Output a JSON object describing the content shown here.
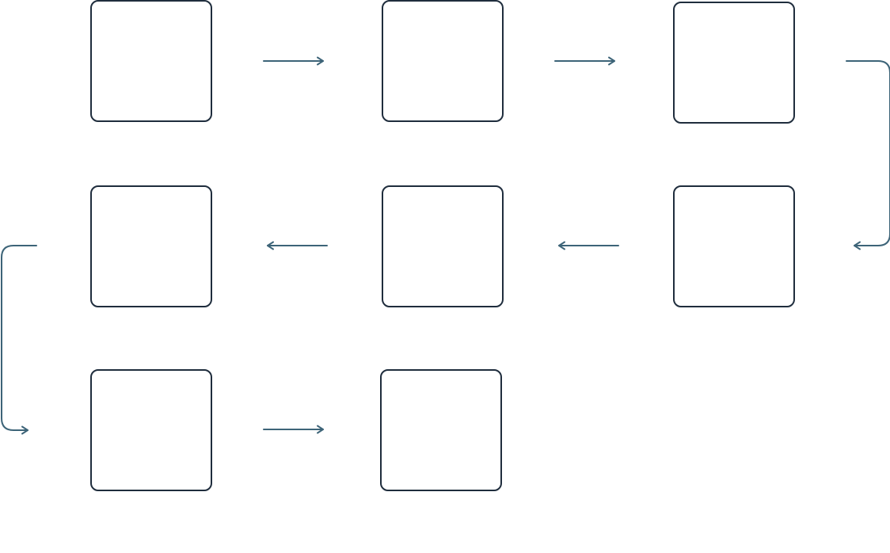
{
  "diagram": {
    "type": "serpentine-flow",
    "nodes": [
      {
        "id": "step-1",
        "label": ""
      },
      {
        "id": "step-2",
        "label": ""
      },
      {
        "id": "step-3",
        "label": ""
      },
      {
        "id": "step-4",
        "label": ""
      },
      {
        "id": "step-5",
        "label": ""
      },
      {
        "id": "step-6",
        "label": ""
      },
      {
        "id": "step-7",
        "label": ""
      },
      {
        "id": "step-8",
        "label": ""
      }
    ],
    "edges": [
      {
        "from": "step-1",
        "to": "step-2"
      },
      {
        "from": "step-2",
        "to": "step-3"
      },
      {
        "from": "step-3",
        "to": "step-4"
      },
      {
        "from": "step-4",
        "to": "step-5"
      },
      {
        "from": "step-5",
        "to": "step-6"
      },
      {
        "from": "step-6",
        "to": "step-7"
      },
      {
        "from": "step-7",
        "to": "step-8"
      }
    ],
    "colors": {
      "node_border": "#1f2d3d",
      "connector": "#3d6478"
    }
  }
}
